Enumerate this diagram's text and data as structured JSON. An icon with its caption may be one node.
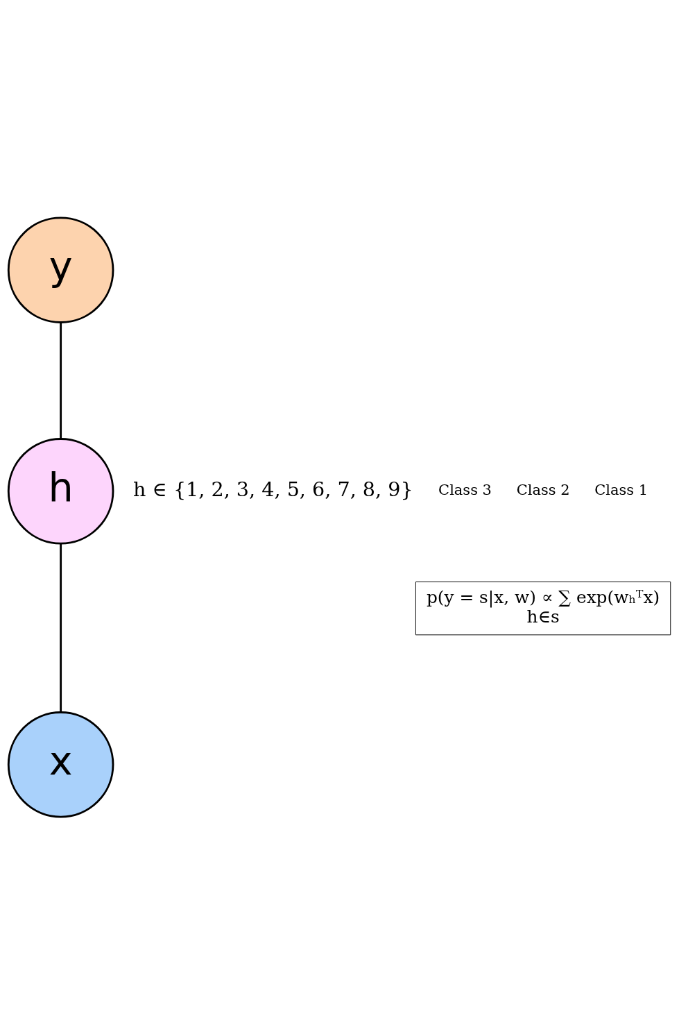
{
  "diagram": {
    "nodes": [
      {
        "text": [
          "y"
        ]
      },
      {
        "text": [
          "h"
        ],
        "beside": [
          "h ∈ {1, 2, 3, 4, 5, 6, 7, 8, 9}"
        ]
      },
      {
        "text": [
          "p(y = s|x, w) ∝ ∑ exp(wₕᵀx)",
          "h∈s"
        ]
      },
      {
        "text": [
          "x"
        ]
      }
    ],
    "edges": [
      {
        "from": 0,
        "to": 1,
        "arrow": "none"
      },
      {
        "from": 1,
        "to": 3,
        "arrow": "none"
      }
    ],
    "labels": [
      "Class 1",
      "Class 2",
      "Class 3"
    ]
  }
}
